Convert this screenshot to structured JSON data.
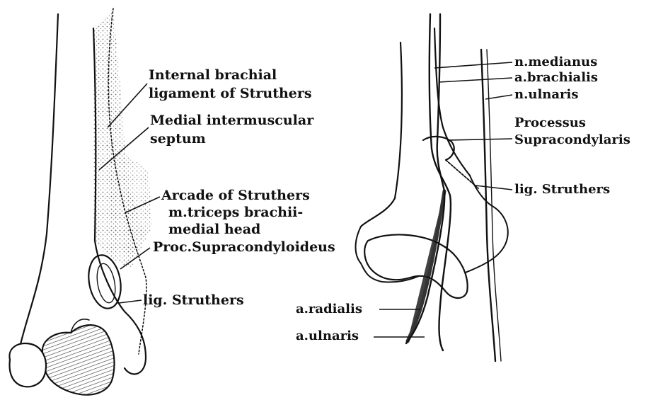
{
  "colors": {
    "ink": "#111111",
    "stipple": "#555555",
    "background": "#ffffff"
  },
  "left_figure": {
    "labels": {
      "internal_brachial_1": "Internal brachial",
      "internal_brachial_2": "ligament of Struthers",
      "medial_septum_1": "Medial intermuscular",
      "medial_septum_2": "septum",
      "arcade": "Arcade of Struthers",
      "triceps_1": "m.triceps brachii-",
      "triceps_2": "medial head",
      "proc_supra": "Proc.Supracondyloideus",
      "lig_struthers": "lig. Struthers"
    }
  },
  "right_figure": {
    "labels": {
      "n_medianus": "n.medianus",
      "a_brachialis": "a.brachialis",
      "n_ulnaris": "n.ulnaris",
      "processus_1": "Processus",
      "processus_2": "Supracondylaris",
      "lig_struthers": "lig. Struthers",
      "a_radialis": "a.radialis",
      "a_ulnaris": "a.ulnaris"
    }
  }
}
